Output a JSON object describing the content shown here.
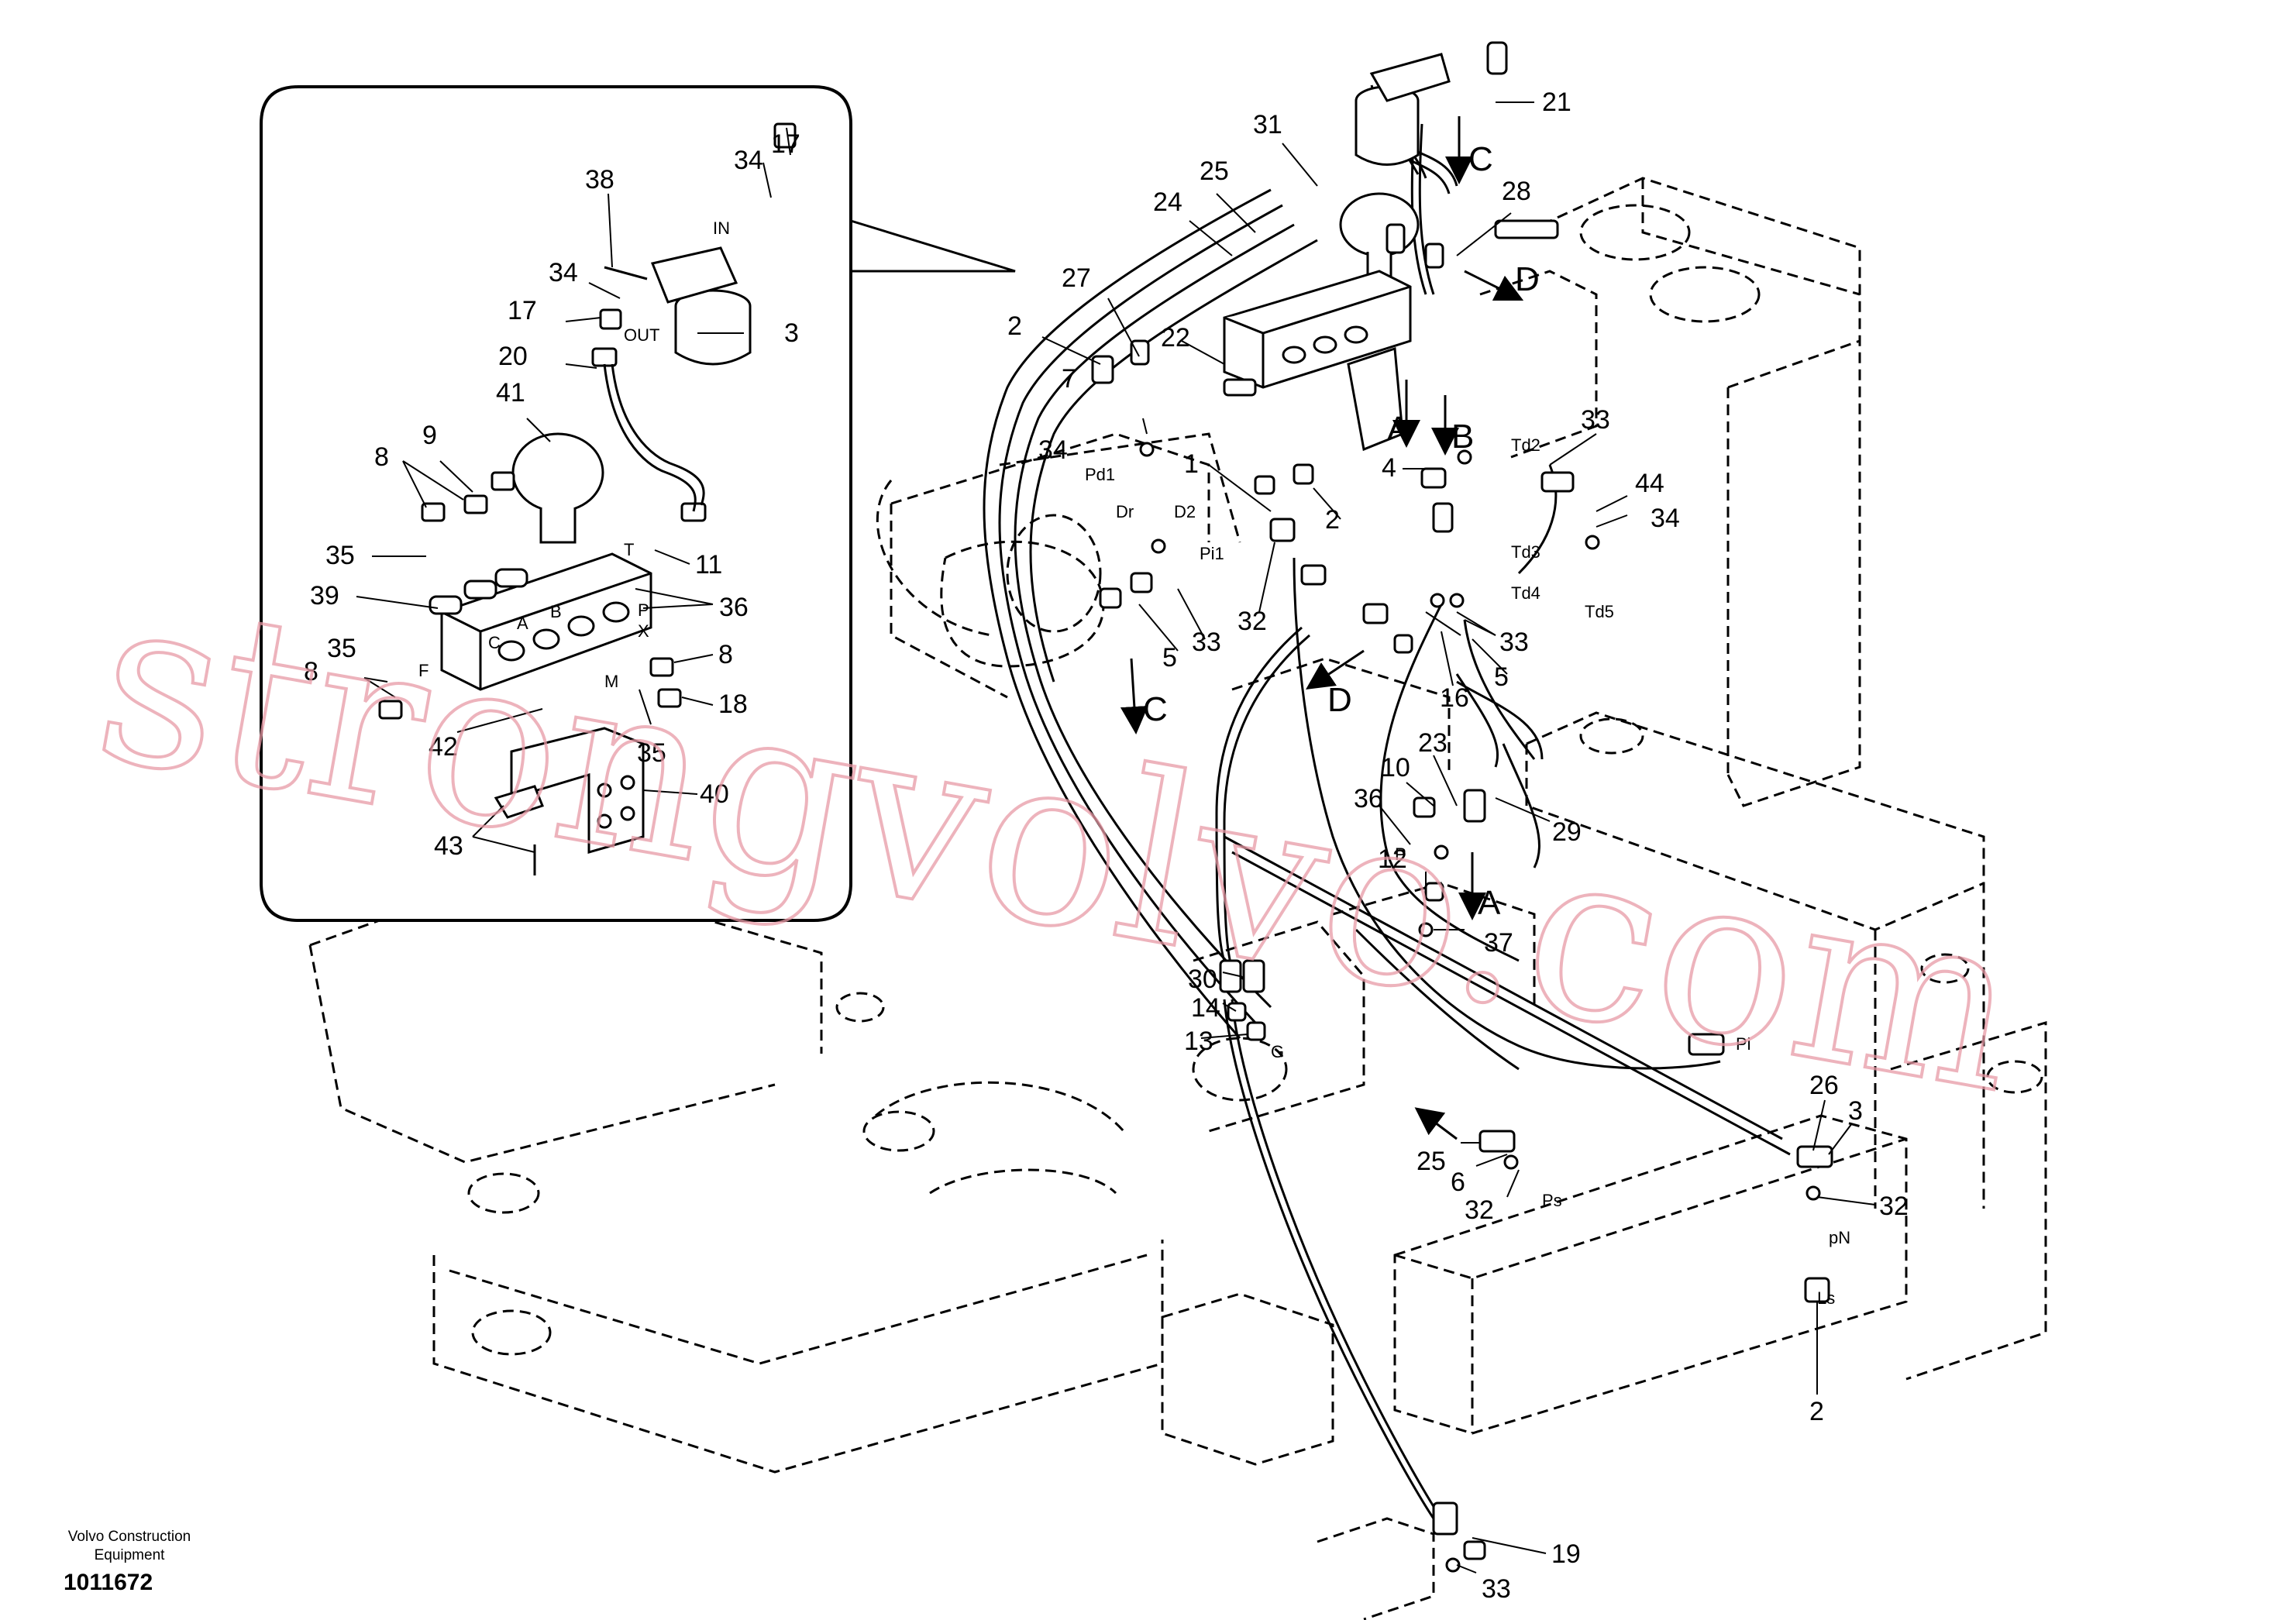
{
  "diagram": {
    "callouts": {
      "c38": "38",
      "c34a": "34",
      "c17a": "17",
      "c3": "3",
      "c34b": "34",
      "c17b": "17",
      "c20": "20",
      "c41": "41",
      "c9": "9",
      "c8a": "8",
      "c35a": "35",
      "c11": "11",
      "c39": "39",
      "c36a": "36",
      "c35b": "35",
      "c8b": "8",
      "c8c": "8",
      "c18": "18",
      "c42": "42",
      "c35c": "35",
      "c40": "40",
      "c43": "43",
      "c21": "21",
      "c31": "31",
      "c25a": "25",
      "c28": "28",
      "c24": "24",
      "c27": "27",
      "c2a": "2",
      "c22": "22",
      "c7": "7",
      "c34c": "34",
      "c1": "1",
      "c2b": "2",
      "c4": "4",
      "c33a": "33",
      "c44": "44",
      "c34d": "34",
      "c5a": "5",
      "c33b": "33",
      "c32a": "32",
      "c33c": "33",
      "c16": "16",
      "c5b": "5",
      "c23": "23",
      "c10": "10",
      "c36b": "36",
      "c29": "29",
      "c12": "12",
      "c37": "37",
      "c30": "30",
      "c14": "14",
      "c13": "13",
      "c26": "26",
      "c3b": "3",
      "c25b": "25",
      "c6": "6",
      "c32b": "32",
      "c32c": "32",
      "c2c": "2",
      "c19": "19",
      "c33d": "33"
    },
    "ports": {
      "in": "IN",
      "out": "OUT",
      "t": "T",
      "p": "P",
      "x": "X",
      "m": "M",
      "f": "F",
      "c": "C",
      "a": "A",
      "b": "B",
      "pd1": "Pd1",
      "dr": "Dr",
      "d2": "D2",
      "pi1": "Pi1",
      "td2": "Td2",
      "td3": "Td3",
      "td4": "Td4",
      "td5": "Td5",
      "pp": "P",
      "g": "G",
      "pi": "Pi",
      "ps": "Ps",
      "pn": "pN",
      "ls": "Ls"
    },
    "arrows": {
      "c1": "C",
      "d1": "D",
      "a1": "A",
      "b1": "B",
      "c2": "C",
      "d2": "D",
      "a2": "A"
    }
  },
  "watermark": "strongvolvo.com",
  "footer": {
    "company": "Volvo Construction Equipment",
    "doc_number": "1011672"
  }
}
